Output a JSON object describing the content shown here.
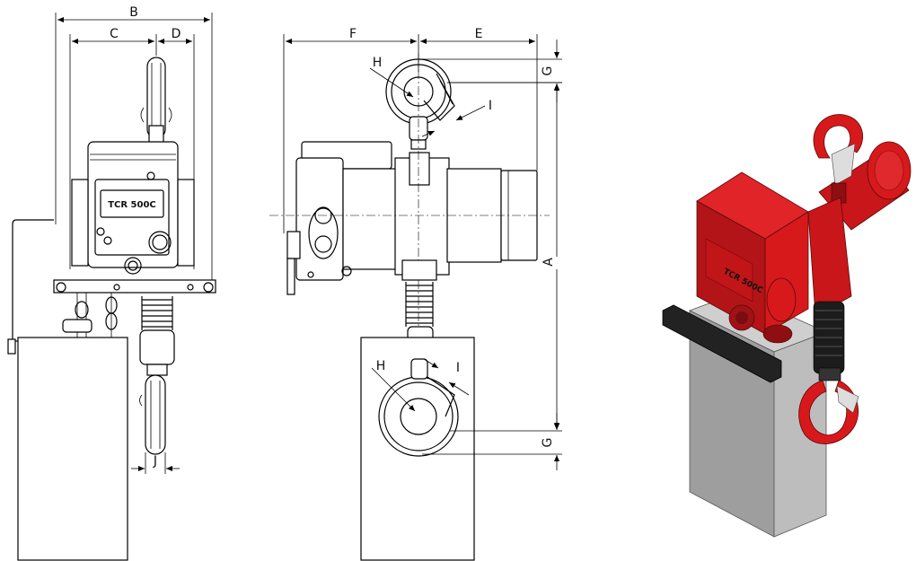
{
  "front_view": {
    "model_label": "TCR 500C",
    "dimensions": {
      "B": "B",
      "C": "C",
      "D": "D",
      "J": "J"
    }
  },
  "side_view": {
    "dimensions": {
      "F": "F",
      "E": "E",
      "G_top": "G",
      "H_top": "H",
      "I_top": "I",
      "A": "A",
      "H_bottom": "H",
      "I_bottom": "I",
      "G_bottom": "G"
    }
  },
  "render_view": {
    "model_label": "TCR 500C",
    "colors": {
      "hoist_red": "#d7191c",
      "hoist_dark_red": "#8e0f12",
      "motor_red": "#c8161a",
      "block_light": "#d9d9d9",
      "block_mid": "#bdbdbd",
      "block_dark": "#9e9e9e",
      "bracket": "#222222"
    }
  }
}
